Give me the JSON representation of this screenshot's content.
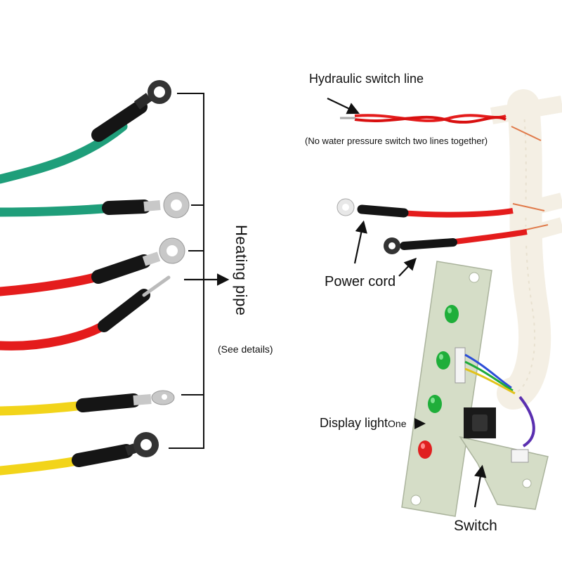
{
  "labels": {
    "hydraulic_switch_line": "Hydraulic switch line",
    "no_water_pressure_note": "(No water pressure switch two lines together)",
    "power_cord": "Power cord",
    "display_light": "Display light",
    "display_light_suffix": "One",
    "switch": "Switch",
    "heating_pipe": "Heating pipe",
    "see_details": "(See details)"
  },
  "colors": {
    "green_wire": "#1f9e7a",
    "red_wire": "#e41c1c",
    "yellow_wire": "#f2d41a",
    "heat_shrink": "#151515",
    "terminal": "#c8c8c8",
    "pcb": "#d5ddc7",
    "led_green": "#1fae3a",
    "led_red": "#e02020",
    "sleeve": "#f4efe4",
    "sleeve_stripe": "#e07a4a"
  },
  "icons": {
    "arrow": "arrow-right-icon",
    "ring_terminal": "ring-terminal-icon"
  }
}
